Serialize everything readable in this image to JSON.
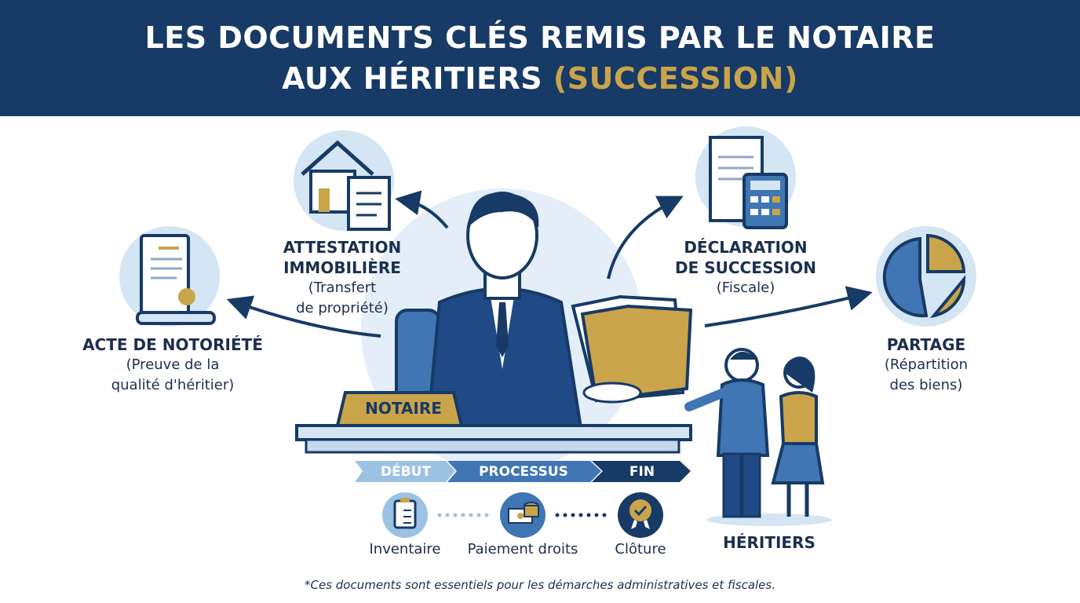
{
  "header": {
    "title_line1": "LES DOCUMENTS CLÉS REMIS PAR LE NOTAIRE",
    "title_line2_main": "AUX HÉRITIERS",
    "title_line2_accent": "(SUCCESSION)"
  },
  "colors": {
    "navy": "#173a66",
    "gold": "#c9a44a",
    "light_blue": "#d4e5f4",
    "mid_blue": "#3f76b3"
  },
  "documents": [
    {
      "title": "ACTE DE NOTORIÉTÉ",
      "subtitle_1": "(Preuve de la",
      "subtitle_2": "qualité d'héritier)",
      "icon": "scroll-certificate-icon"
    },
    {
      "title_1": "ATTESTATION",
      "title_2": "IMMOBILIÈRE",
      "subtitle_1": "(Transfert",
      "subtitle_2": "de propriété)",
      "icon": "house-document-icon"
    },
    {
      "title_1": "DÉCLARATION",
      "title_2": "DE SUCCESSION",
      "subtitle_1": "(Fiscale)",
      "icon": "document-calculator-icon"
    },
    {
      "title": "PARTAGE",
      "subtitle_1": "(Répartition",
      "subtitle_2": "des biens)",
      "icon": "pie-chart-icon"
    }
  ],
  "notary": {
    "nameplate": "NOTAIRE"
  },
  "heirs": {
    "label": "HÉRITIERS"
  },
  "process": {
    "steps": [
      "DÉBUT",
      "PROCESSUS",
      "FIN"
    ],
    "milestones": [
      {
        "label": "Inventaire",
        "icon": "clipboard-checklist-icon"
      },
      {
        "label": "Paiement droits",
        "icon": "money-coins-icon"
      },
      {
        "label": "Clôture",
        "icon": "award-badge-icon"
      }
    ]
  },
  "footnote": "*Ces documents sont essentiels pour les démarches administratives et fiscales."
}
